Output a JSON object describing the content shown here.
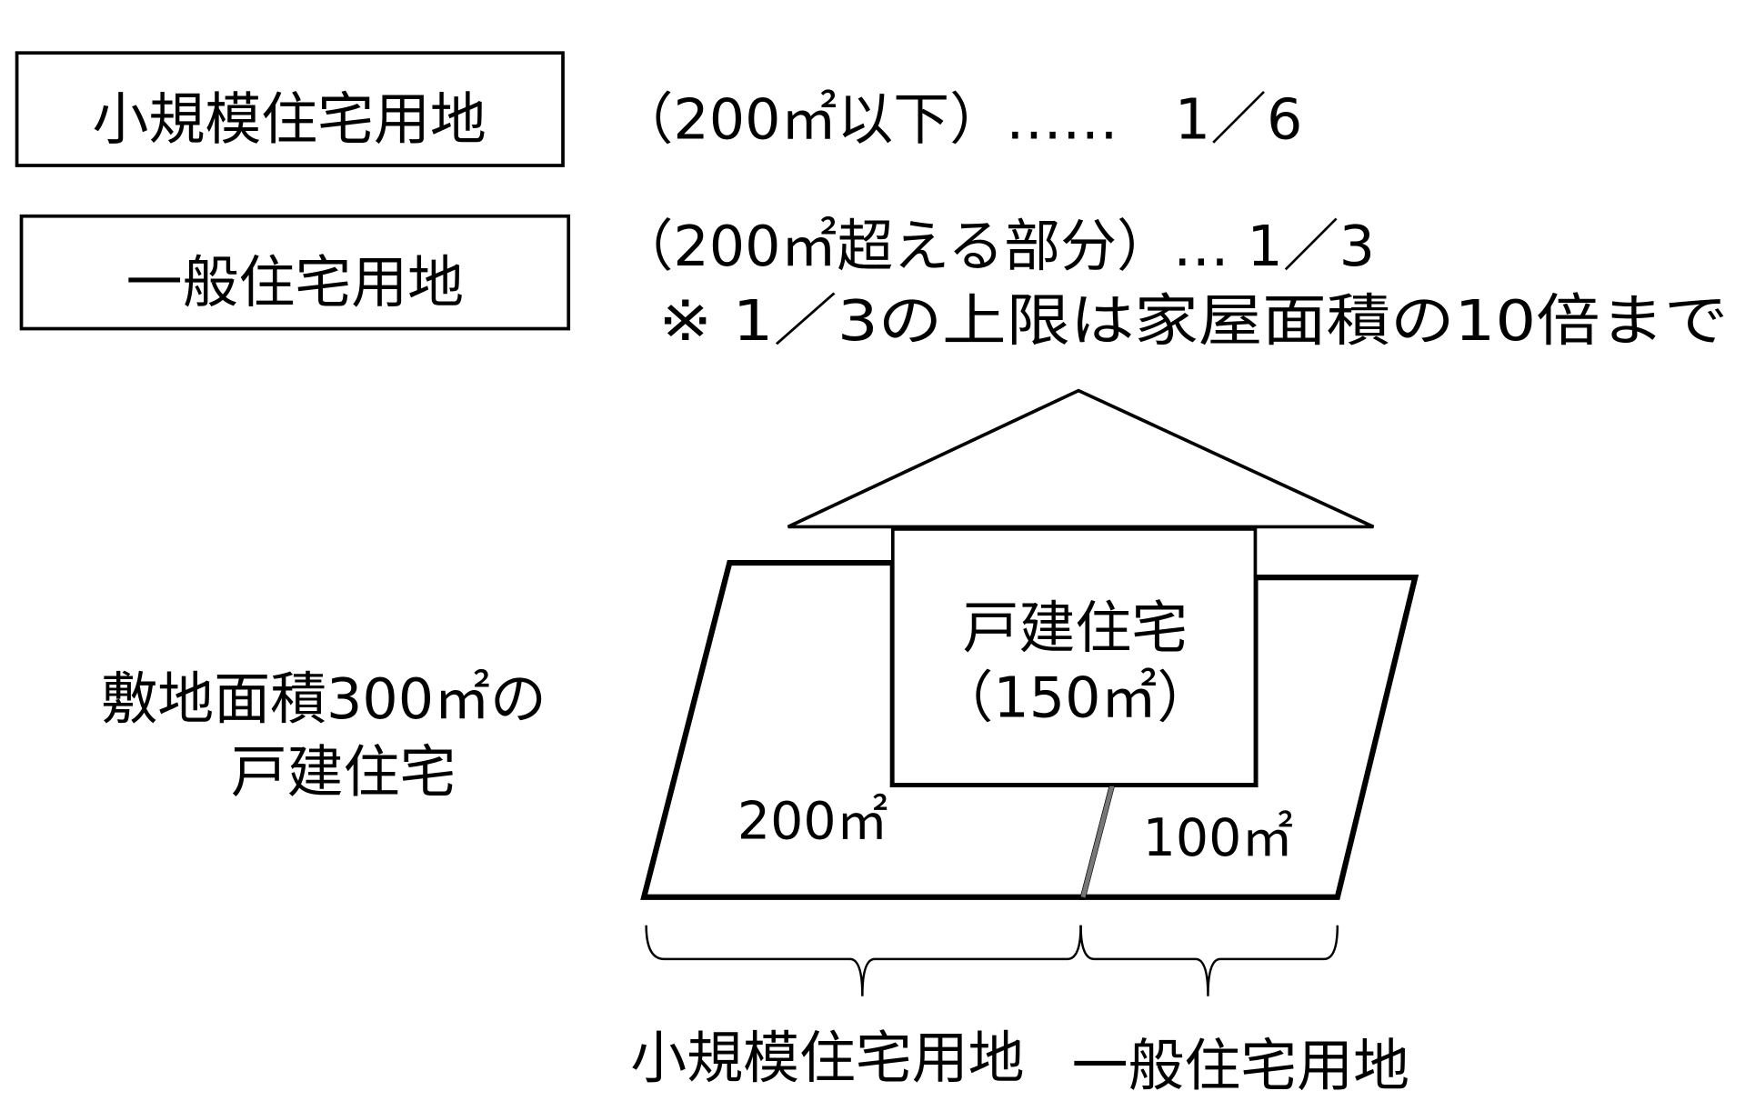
{
  "legend": {
    "small_box_label": "小規模住宅用地",
    "small_rate": "（200㎡以下）……　1／6",
    "general_box_label": "一般住宅用地",
    "general_rate": "（200㎡超える部分）… 1／3",
    "note": "※ 1／3の上限は家屋面積の10倍まで"
  },
  "diagram": {
    "house_label": "戸建住宅",
    "house_area": "（150㎡）",
    "small_parcel_area": "200㎡",
    "general_parcel_area": "100㎡",
    "site_label_line1": "敷地面積300㎡の",
    "site_label_line2": "戸建住宅",
    "small_parcel_label": "小規模住宅用地",
    "general_parcel_label": "一般住宅用地"
  }
}
